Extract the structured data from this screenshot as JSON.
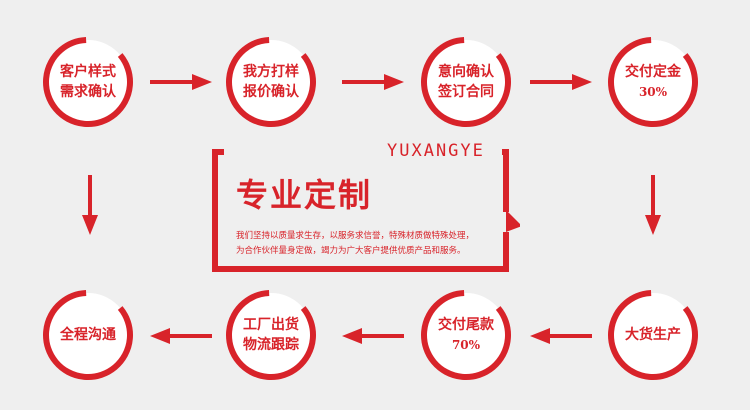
{
  "nodes": [
    {
      "line1": "客户样式",
      "line2": "需求确认"
    },
    {
      "line1": "我方打样",
      "line2": "报价确认"
    },
    {
      "line1": "意向确认",
      "line2": "签订合同"
    },
    {
      "line1": "交付定金",
      "line2": "30%"
    },
    {
      "line1": "大货生产",
      "line2": ""
    },
    {
      "line1": "交付尾款",
      "line2": "70%"
    },
    {
      "line1": "工厂出货",
      "line2": "物流跟踪"
    },
    {
      "line1": "全程沟通",
      "line2": ""
    }
  ],
  "center": {
    "brand": "YUXANGYE",
    "title": "专业定制",
    "desc_line1": "我们坚持以质量求生存，以服务求信誉，特殊材质做特殊处理，",
    "desc_line2": "为合作伙伴量身定做，竭力为广大客户提供优质产品和服务。"
  },
  "colors": {
    "accent": "#d8232a",
    "background": "#efefef"
  }
}
